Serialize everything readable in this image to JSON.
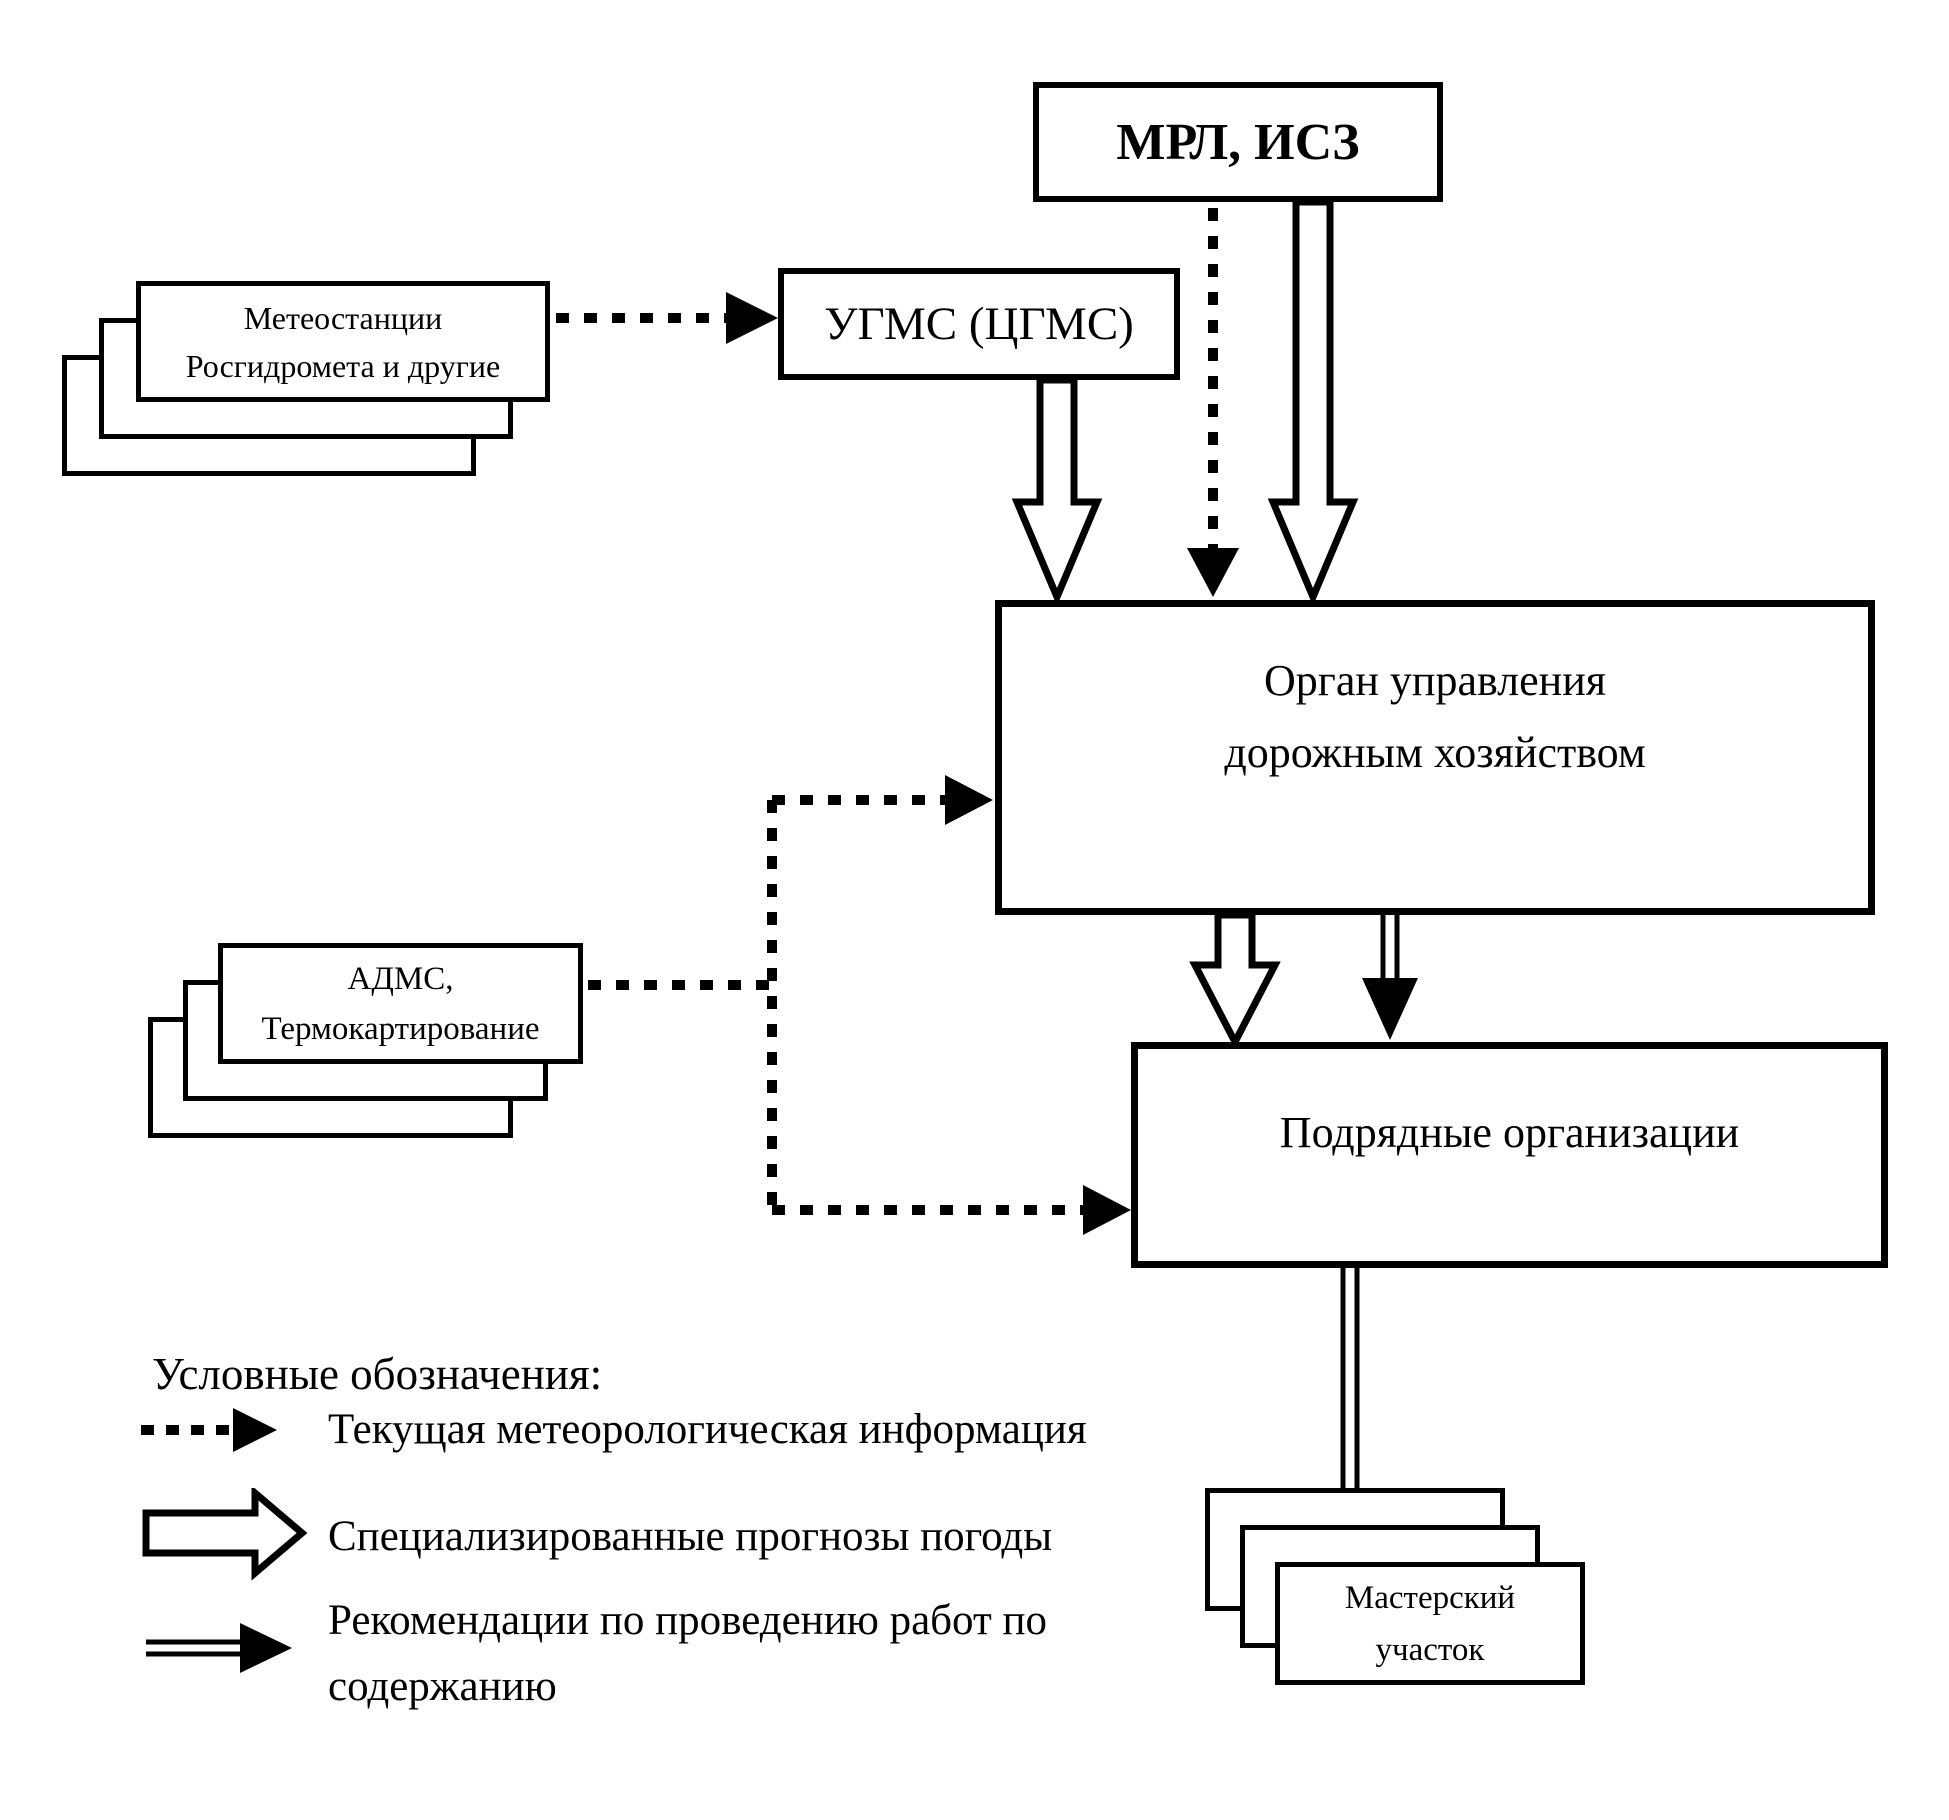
{
  "page": {
    "background_color": "#ffffff",
    "line_color": "#000000"
  },
  "nodes": {
    "mrl": {
      "label": "МРЛ, ИСЗ"
    },
    "meteostations": {
      "label": "Метеостанции\nРосгидромета и другие"
    },
    "ugms": {
      "label": "УГМС (ЦГМС)"
    },
    "road_admin": {
      "label": "Орган управления\nдорожным хозяйством"
    },
    "adms": {
      "label": "АДМС,\nТермокартирование"
    },
    "contractors": {
      "label": "Подрядные организации"
    },
    "master_site": {
      "label": "Мастерский\nучасток"
    }
  },
  "legend": {
    "title": "Условные обозначения:",
    "items": [
      {
        "type": "dotted-arrow",
        "label": "Текущая метеорологическая информация"
      },
      {
        "type": "hollow-block-arrow",
        "label": "Специализированные прогнозы погоды"
      },
      {
        "type": "double-line-arrow",
        "label": "Рекомендации по проведению работ по\nсодержанию"
      }
    ]
  }
}
